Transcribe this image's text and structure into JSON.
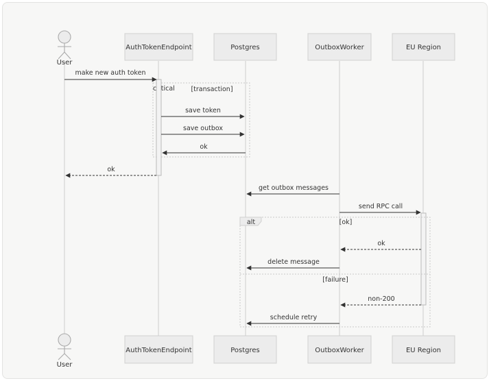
{
  "participants": {
    "user": "User",
    "auth": "AuthTokenEndpoint",
    "postgres": "Postgres",
    "outbox": "OutboxWorker",
    "eu": "EU Region"
  },
  "messages": {
    "make_token": "make new auth token",
    "save_token": "save token",
    "save_outbox": "save outbox",
    "ok_pg": "ok",
    "ok_user": "ok",
    "get_outbox": "get outbox messages",
    "send_rpc": "send RPC call",
    "ok_eu": "ok",
    "delete_message": "delete message",
    "non_200": "non-200",
    "schedule_retry": "schedule retry"
  },
  "frames": {
    "critical": {
      "keyword": "critical",
      "condition": "[transaction]"
    },
    "alt": {
      "keyword": "alt",
      "condition_ok": "[ok]",
      "condition_failure": "[failure]"
    }
  }
}
